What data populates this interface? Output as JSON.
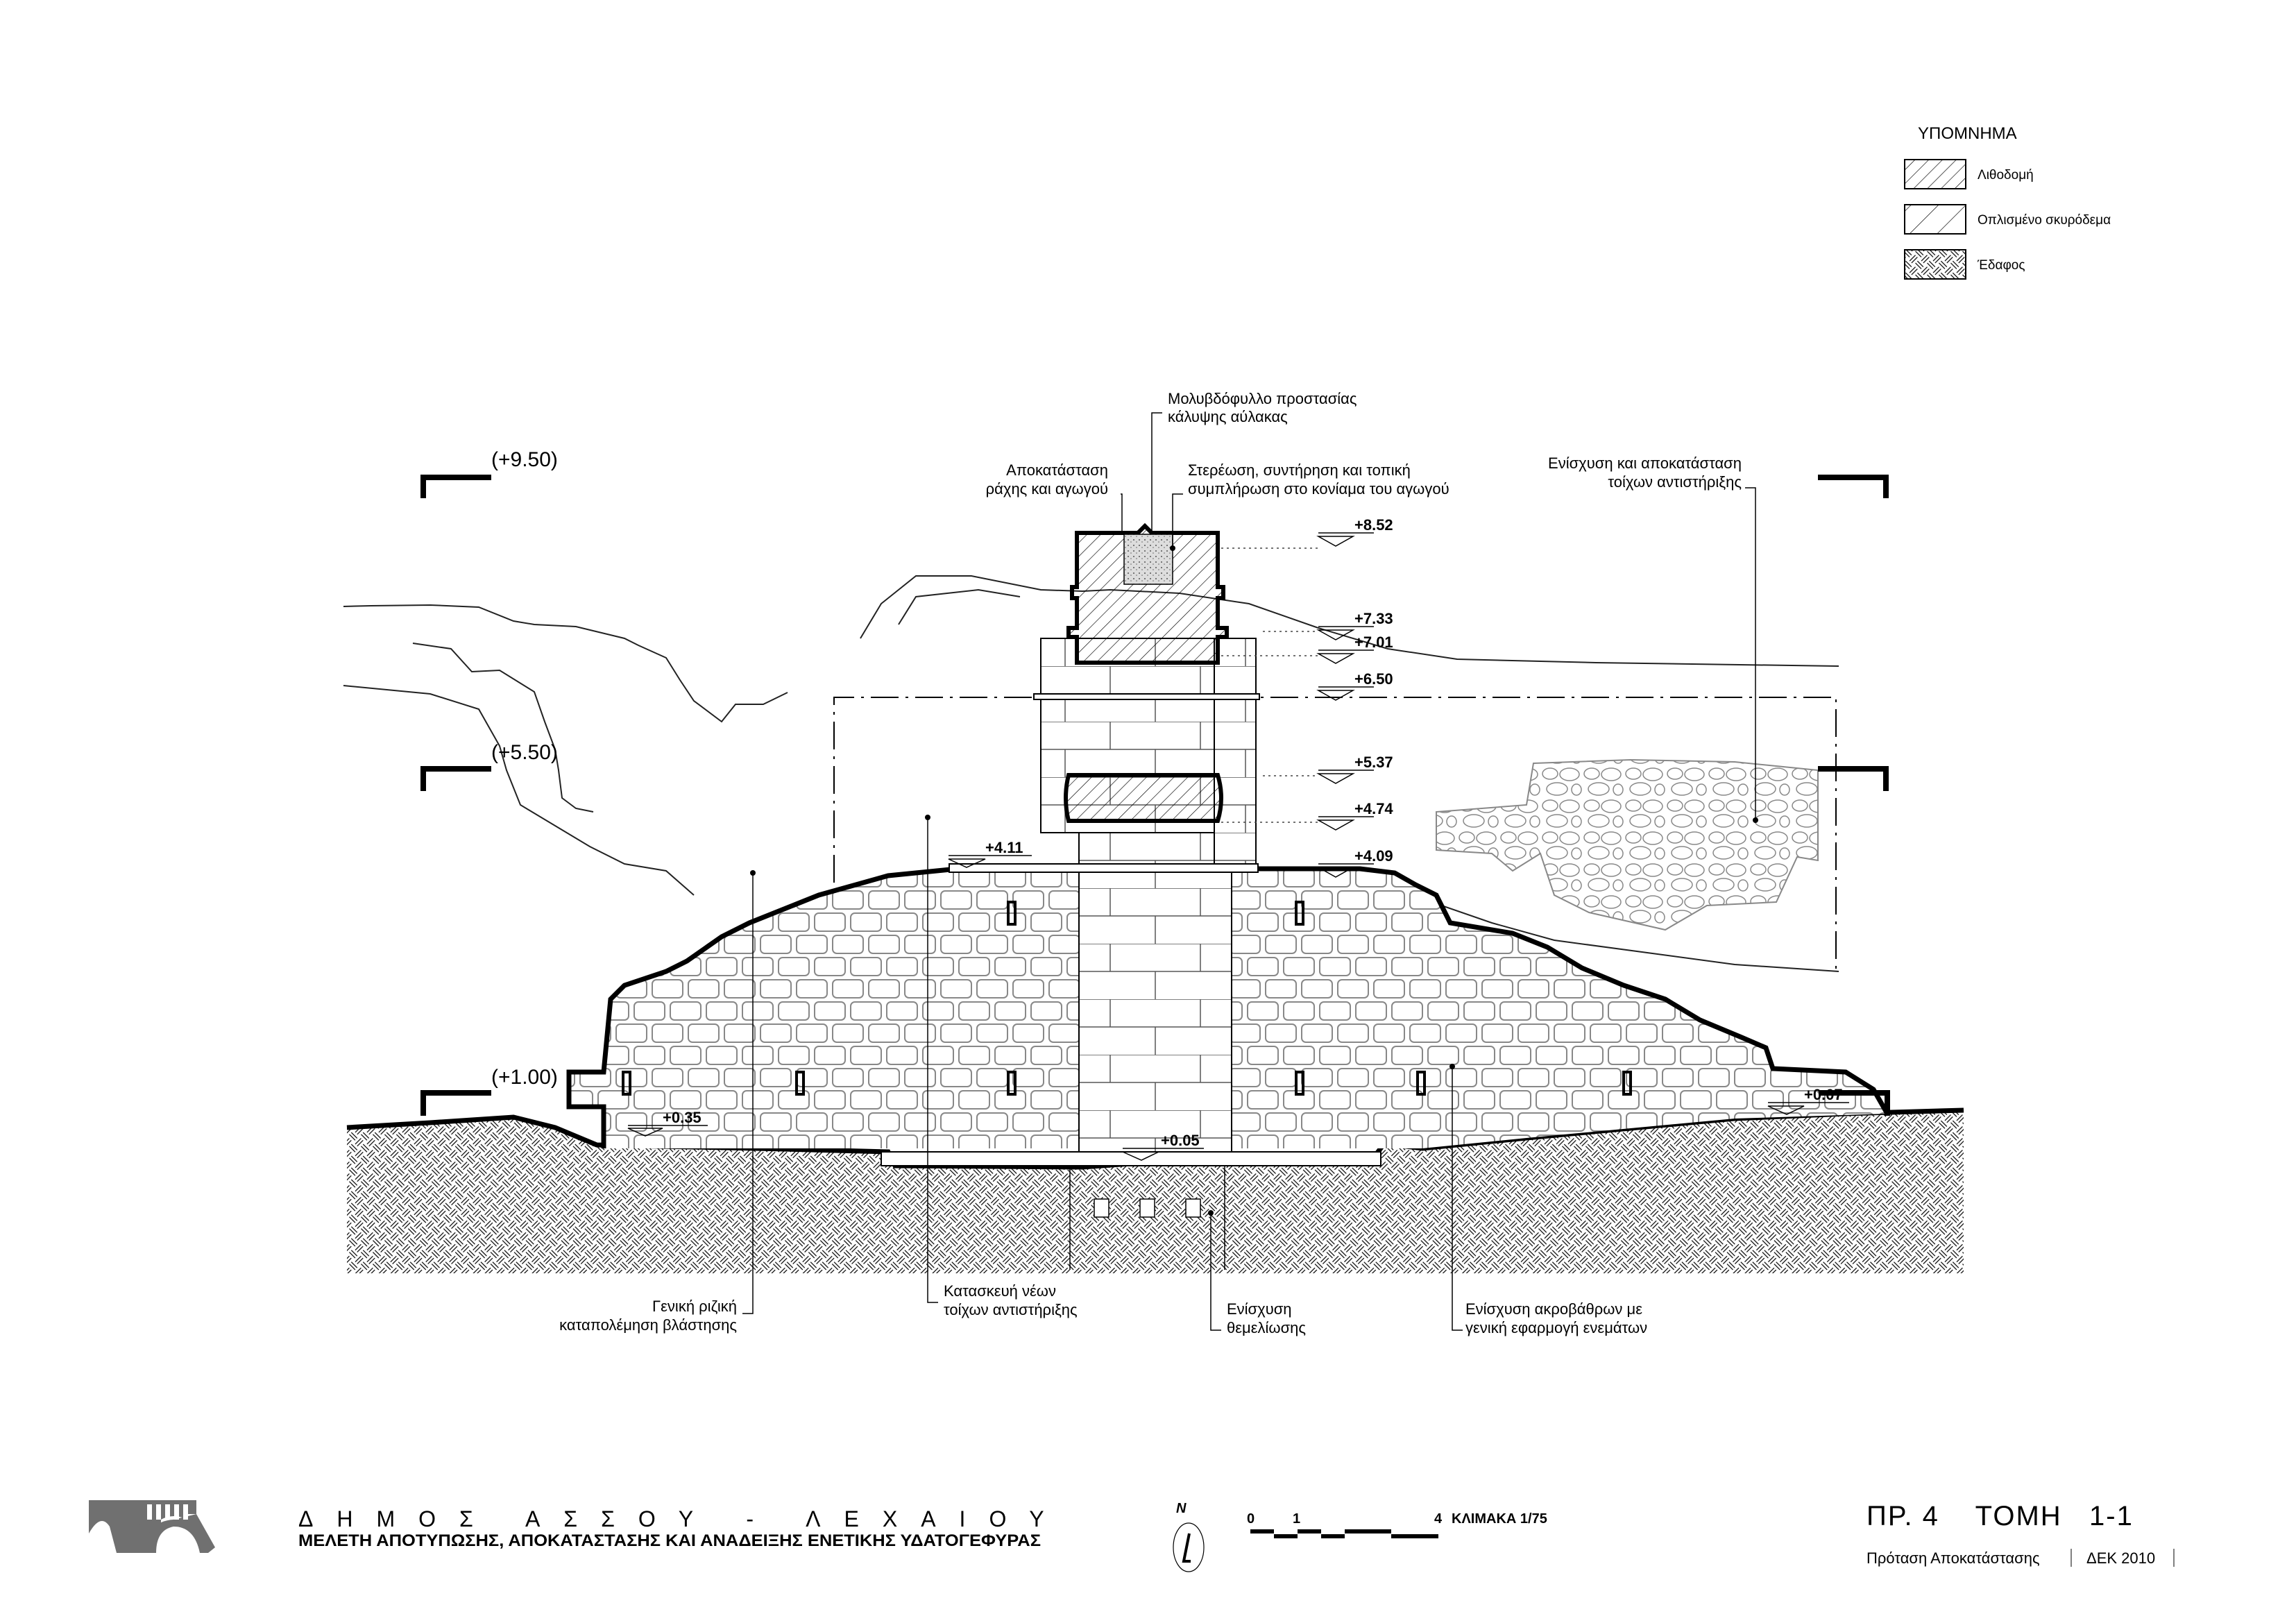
{
  "legend": {
    "title": "ΥΠΟΜΝΗΜΑ",
    "items": [
      {
        "label": "Λιθοδομή",
        "pattern": "hatch-dense"
      },
      {
        "label": "Οπλισμένο σκυρόδεμα",
        "pattern": "hatch-sparse"
      },
      {
        "label": "Έδαφος",
        "pattern": "parquet"
      }
    ]
  },
  "section_marks": {
    "left": [
      "(+9.50)",
      "(+5.50)",
      "(+1.00)"
    ]
  },
  "levels": {
    "l852": "+8.52",
    "l733": "+7.33",
    "l701": "+7.01",
    "l650": "+6.50",
    "l537": "+5.37",
    "l474": "+4.74",
    "l409": "+4.09",
    "l411": "+4.11",
    "l035": "+0.35",
    "l005": "+0.05",
    "l007": "+0.07"
  },
  "annotations": {
    "lead_sheet": [
      "Μολυβδόφυλλο προστασίας",
      "κάλυψης αύλακας"
    ],
    "restore_ridge": [
      "Αποκατάσταση",
      "ράχης και αγωγού"
    ],
    "consolidation": [
      "Στερέωση, συντήρηση και τοπική",
      "συμπλήρωση στο κονίαμα του αγωγού"
    ],
    "retaining_walls_restore": [
      "Ενίσχυση και αποκατάσταση",
      "τοίχων αντιστήριξης"
    ],
    "vegetation": [
      "Γενική ριζική",
      "καταπολέμηση βλάστησης"
    ],
    "new_walls": [
      "Κατασκευή νέων",
      "τοίχων αντιστήριξης"
    ],
    "foundation": [
      "Ενίσχυση",
      "θεμελίωσης"
    ],
    "abutments": [
      "Ενίσχυση ακροβάθρων με",
      "γενική εφαρμογή ενεμάτων"
    ]
  },
  "title_block": {
    "municipality": "ΔΗΜΟΣ ΑΣΣΟΥ - ΛΕΧΑΙΟΥ",
    "project": "ΜΕΛΕΤΗ ΑΠΟΤΥΠΩΣΗΣ, ΑΠΟΚΑΤΑΣΤΑΣΗΣ ΚΑΙ ΑΝΑΔΕΙΞΗΣ ΕΝΕΤΙΚΗΣ ΥΔΑΤΟΓΕΦΥΡΑΣ",
    "north_label": "N",
    "scale": {
      "ticks": [
        "0",
        "1",
        "4"
      ],
      "label": "ΚΛΙΜΑΚΑ 1/75"
    },
    "drawing_number": "ΠΡ. 4    ΤΟΜΗ   1-1",
    "drawing_type": "Πρόταση Αποκατάστασης",
    "date": "ΔΕΚ 2010"
  },
  "colors": {
    "ink": "#000000",
    "masonry": "#888888",
    "logo": "#707070"
  }
}
